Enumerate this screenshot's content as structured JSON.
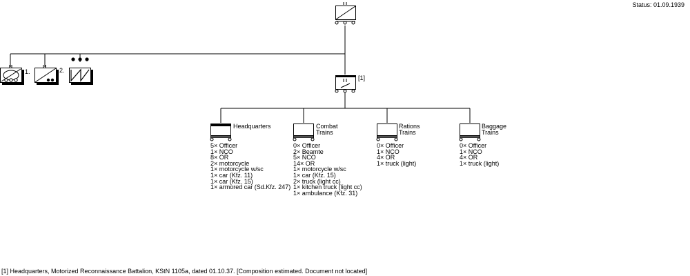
{
  "status": "Status: 01.09.1939",
  "battalion": {
    "designation": "II"
  },
  "hq_company": {
    "designation": "II",
    "ref": "[1]"
  },
  "companies": [
    {
      "ordinal": "1.",
      "type": "armored car"
    },
    {
      "ordinal": "2.",
      "type": "motorcycle"
    },
    {
      "ordinal": "",
      "type": "heavy"
    }
  ],
  "subunits": [
    {
      "title": "Headquarters",
      "items": [
        "5× Officer",
        "1× NCO",
        "8× OR",
        "2× motorcycle",
        "1× motorcycle w/sc",
        "1× car (Kfz. 11)",
        "1× car (Kfz. 15)",
        "1× armored car (Sd.Kfz. 247)"
      ]
    },
    {
      "title": "Combat Trains",
      "title_lines": [
        "Combat",
        "Trains"
      ],
      "items": [
        "0× Officer",
        "2× Beamte",
        "5× NCO",
        "14× OR",
        "1× motorcycle w/sc",
        "1× car (Kfz. 15)",
        "2× truck (light cc)",
        "1× kitchen truck (light cc)",
        "1× ambulance (Kfz. 31)"
      ]
    },
    {
      "title": "Rations Trains",
      "title_lines": [
        "Rations",
        "Trains"
      ],
      "items": [
        "0× Officer",
        "1× NCO",
        "4× OR",
        "1× truck (light)"
      ]
    },
    {
      "title": "Baggage Trains",
      "title_lines": [
        "Baggage",
        "Trains"
      ],
      "items": [
        "0× Officer",
        "1× NCO",
        "4× OR",
        "1× truck (light)"
      ]
    }
  ],
  "footnote": "[1] Headquarters, Motorized Reconnaissance Battalion, KStN 1105a, dated 01.10.37. [Composition estimated. Document not located]"
}
